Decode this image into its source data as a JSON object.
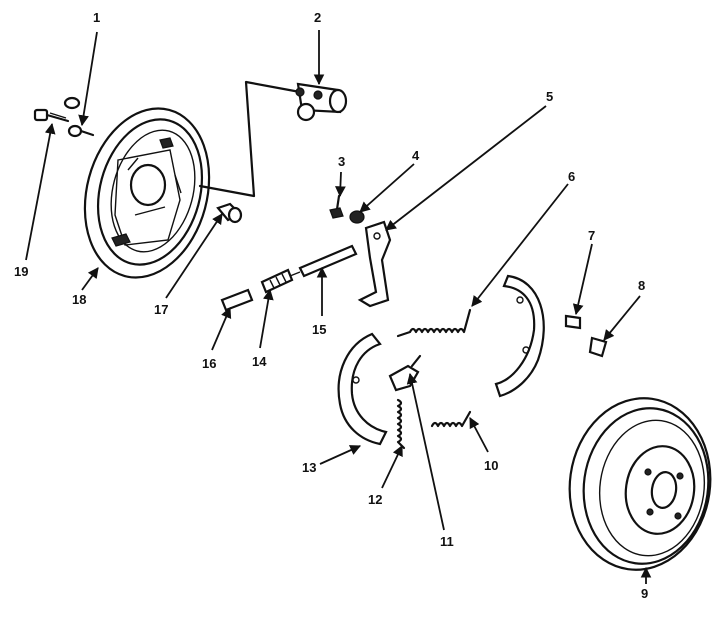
{
  "callouts": [
    {
      "id": "1",
      "label": "1"
    },
    {
      "id": "2",
      "label": "2"
    },
    {
      "id": "3",
      "label": "3"
    },
    {
      "id": "4",
      "label": "4"
    },
    {
      "id": "5",
      "label": "5"
    },
    {
      "id": "6",
      "label": "6"
    },
    {
      "id": "7",
      "label": "7"
    },
    {
      "id": "8",
      "label": "8"
    },
    {
      "id": "9",
      "label": "9"
    },
    {
      "id": "10",
      "label": "10"
    },
    {
      "id": "11",
      "label": "11"
    },
    {
      "id": "12",
      "label": "12"
    },
    {
      "id": "13",
      "label": "13"
    },
    {
      "id": "14",
      "label": "14"
    },
    {
      "id": "15",
      "label": "15"
    },
    {
      "id": "16",
      "label": "16"
    },
    {
      "id": "17",
      "label": "17"
    },
    {
      "id": "18",
      "label": "18"
    },
    {
      "id": "19",
      "label": "19"
    }
  ],
  "colors": {
    "ink": "#111111",
    "background": "#ffffff"
  }
}
